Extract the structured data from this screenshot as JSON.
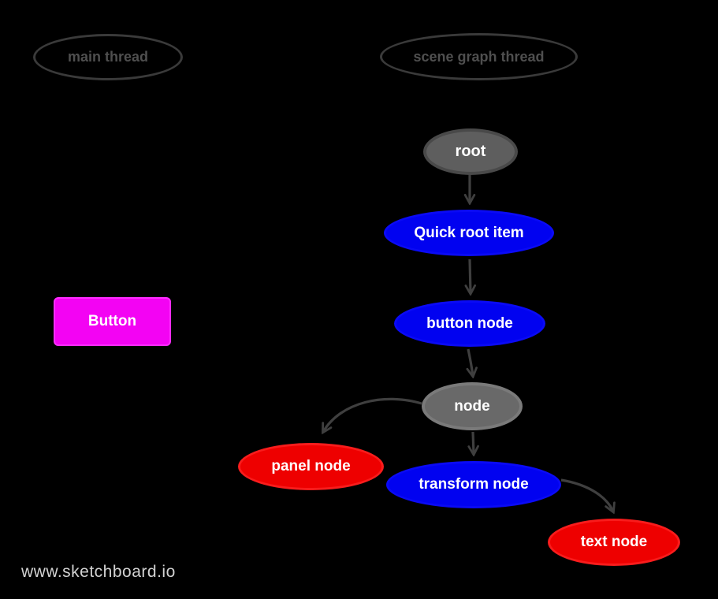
{
  "app": {
    "name": "sketchboard",
    "watermark": "www.sketchboard.io"
  },
  "lanes": [
    {
      "id": "main-thread",
      "label": "main thread"
    },
    {
      "id": "scene-graph-thread",
      "label": "scene graph thread"
    }
  ],
  "nodes": [
    {
      "id": "root",
      "label": "root",
      "shape": "ellipse",
      "fill": "gray"
    },
    {
      "id": "quick-root-item",
      "label": "Quick root item",
      "shape": "ellipse",
      "fill": "blue"
    },
    {
      "id": "button-node",
      "label": "button node",
      "shape": "ellipse",
      "fill": "blue"
    },
    {
      "id": "node",
      "label": "node",
      "shape": "ellipse",
      "fill": "gray"
    },
    {
      "id": "panel-node",
      "label": "panel node",
      "shape": "ellipse",
      "fill": "red"
    },
    {
      "id": "transform-node",
      "label": "transform node",
      "shape": "ellipse",
      "fill": "blue"
    },
    {
      "id": "text-node",
      "label": "text node",
      "shape": "ellipse",
      "fill": "red"
    },
    {
      "id": "button-widget",
      "label": "Button",
      "shape": "rectangle",
      "fill": "magenta"
    }
  ],
  "edges": [
    {
      "from": "root",
      "to": "quick-root-item"
    },
    {
      "from": "quick-root-item",
      "to": "button-node"
    },
    {
      "from": "button-node",
      "to": "node"
    },
    {
      "from": "node",
      "to": "panel-node"
    },
    {
      "from": "node",
      "to": "transform-node"
    },
    {
      "from": "transform-node",
      "to": "text-node"
    }
  ],
  "colors": {
    "background": "#000000",
    "blue_node": "#0102f0",
    "red_node": "#ee0000",
    "gray_node_fill": "#5e5e5e",
    "gray_node_border_dark": "#494949",
    "gray_node_border_light": "#7a7a7a",
    "magenta_button": "#f303f3",
    "edge_stroke": "#3f3f3f",
    "lane_outline": "#3a3a3a",
    "lane_text": "#4f4f4f",
    "watermark_text": "#d2d2d2",
    "node_text": "#ffffff"
  }
}
